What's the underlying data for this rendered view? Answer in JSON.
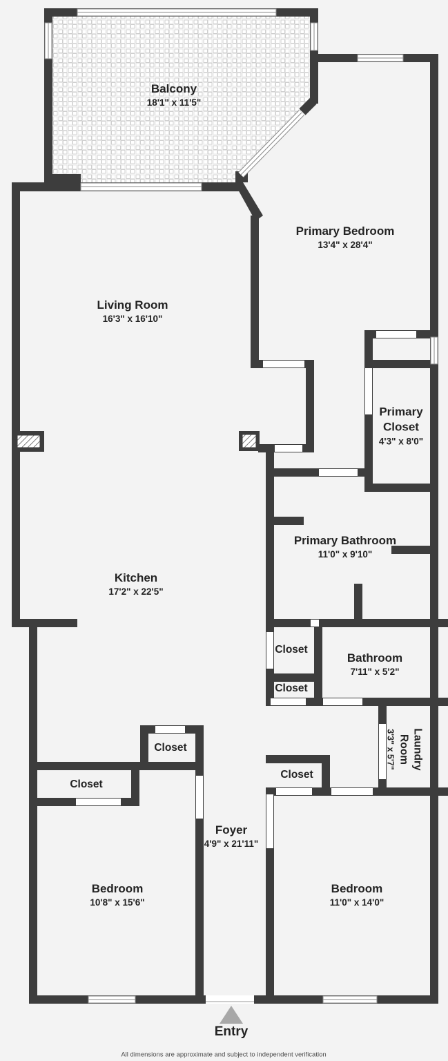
{
  "plan": {
    "rooms": {
      "balcony": {
        "name": "Balcony",
        "dims": "18'1\" x 11'5\""
      },
      "primary_bedroom": {
        "name": "Primary Bedroom",
        "dims": "13'4\" x 28'4\""
      },
      "living_room": {
        "name": "Living Room",
        "dims": "16'3\" x 16'10\""
      },
      "primary_closet": {
        "name": "Primary Closet",
        "dims": "4'3\" x 8'0\""
      },
      "primary_bathroom": {
        "name": "Primary Bathroom",
        "dims": "11'0\" x 9'10\""
      },
      "kitchen": {
        "name": "Kitchen",
        "dims": "17'2\" x 22'5\""
      },
      "closet_hall_top": {
        "name": "Closet"
      },
      "bathroom": {
        "name": "Bathroom",
        "dims": "7'11\" x 5'2\""
      },
      "closet_hall_bottom": {
        "name": "Closet"
      },
      "laundry": {
        "name": "Laundry Room",
        "dims": "3'3\" x 5'7\""
      },
      "closet_kitchen": {
        "name": "Closet"
      },
      "closet_bedroom_left": {
        "name": "Closet"
      },
      "closet_bedroom_right": {
        "name": "Closet"
      },
      "foyer": {
        "name": "Foyer",
        "dims": "4'9\" x 21'11\""
      },
      "bedroom_left": {
        "name": "Bedroom",
        "dims": "10'8\" x 15'6\""
      },
      "bedroom_right": {
        "name": "Bedroom",
        "dims": "11'0\" x 14'0\""
      }
    },
    "entry": {
      "label": "Entry"
    },
    "footer": {
      "text": "All dimensions are approximate and subject to independent verification"
    },
    "colors": {
      "wall": "#3d3d3d",
      "background": "#f3f3f3",
      "balcony_floor": "#ffffff",
      "entry_arrow": "#a8a8a8"
    }
  }
}
